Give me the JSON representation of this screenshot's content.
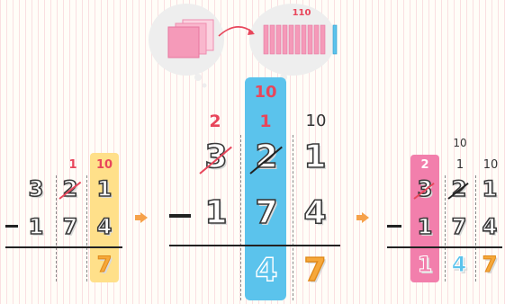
{
  "panel1": {
    "borrow_top": "1",
    "borrow_ones": "10",
    "row1": [
      "3",
      "2",
      "1"
    ],
    "minus": "−",
    "row2": [
      "1",
      "7",
      "4"
    ],
    "answer": [
      "",
      "",
      "7"
    ]
  },
  "panel2": {
    "top_tens": "10",
    "borrow": [
      "2",
      "1",
      "10"
    ],
    "row1": [
      "3",
      "2",
      "1"
    ],
    "minus": "−",
    "row2": [
      "1",
      "7",
      "4"
    ],
    "answer": [
      "",
      "4",
      "7"
    ]
  },
  "panel3": {
    "top_tens": "10",
    "borrow": [
      "2",
      "1",
      "10"
    ],
    "row1": [
      "3",
      "2",
      "1"
    ],
    "minus": "−",
    "row2": [
      "1",
      "7",
      "4"
    ],
    "answer": [
      "1",
      "4",
      "7"
    ]
  },
  "bubble": {
    "label": "110"
  },
  "colors": {
    "yellow": "#ffe08a",
    "blue": "#5bc3ec",
    "pink": "#f27fac",
    "red_text": "#e8465b",
    "orange": "#f6a24a"
  }
}
